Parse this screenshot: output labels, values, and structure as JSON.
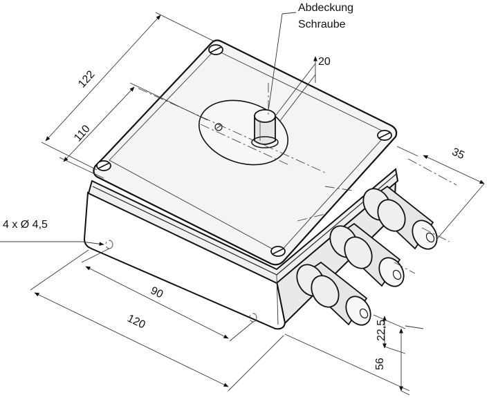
{
  "labels": {
    "cover_screw_line1": "Abdeckung",
    "cover_screw_line2": "Schraube",
    "dim_20": "20",
    "dim_122": "122",
    "dim_110": "110",
    "dim_35": "35",
    "holes": "4 x Ø 4,5",
    "dim_90": "90",
    "dim_120": "120",
    "dim_22_5": "22,5",
    "dim_56": "56"
  },
  "colors": {
    "line": "#222222",
    "top_fill": "#f3f3f3",
    "side_fill": "#e9e9e9",
    "front_fill": "#ffffff",
    "gland_fill": "#e6e6e6"
  }
}
